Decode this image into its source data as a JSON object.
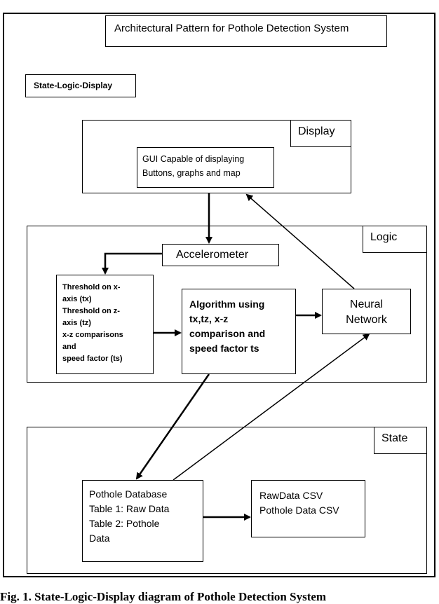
{
  "title": "Architectural Pattern for Pothole Detection System",
  "pattern_label": "State-Logic-Display",
  "display": {
    "label": "Display",
    "gui_text": "GUI Capable of displaying\nButtons, graphs and map"
  },
  "logic": {
    "label": "Logic",
    "accelerometer": "Accelerometer",
    "threshold_text": "Threshold on x-\naxis (tx)\nThreshold on z-\naxis (tz)\nx-z comparisons\nand\nspeed factor (ts)",
    "algorithm_text": "Algorithm using\ntx,tz, x-z\ncomparison and\nspeed factor ts",
    "neural_network": "Neural\nNetwork"
  },
  "state": {
    "label": "State",
    "database_text": "Pothole Database\nTable 1: Raw Data\nTable 2: Pothole\nData",
    "csv_text": "RawData CSV\nPothole Data CSV"
  },
  "caption": "Fig. 1. State-Logic-Display diagram of Pothole Detection System"
}
